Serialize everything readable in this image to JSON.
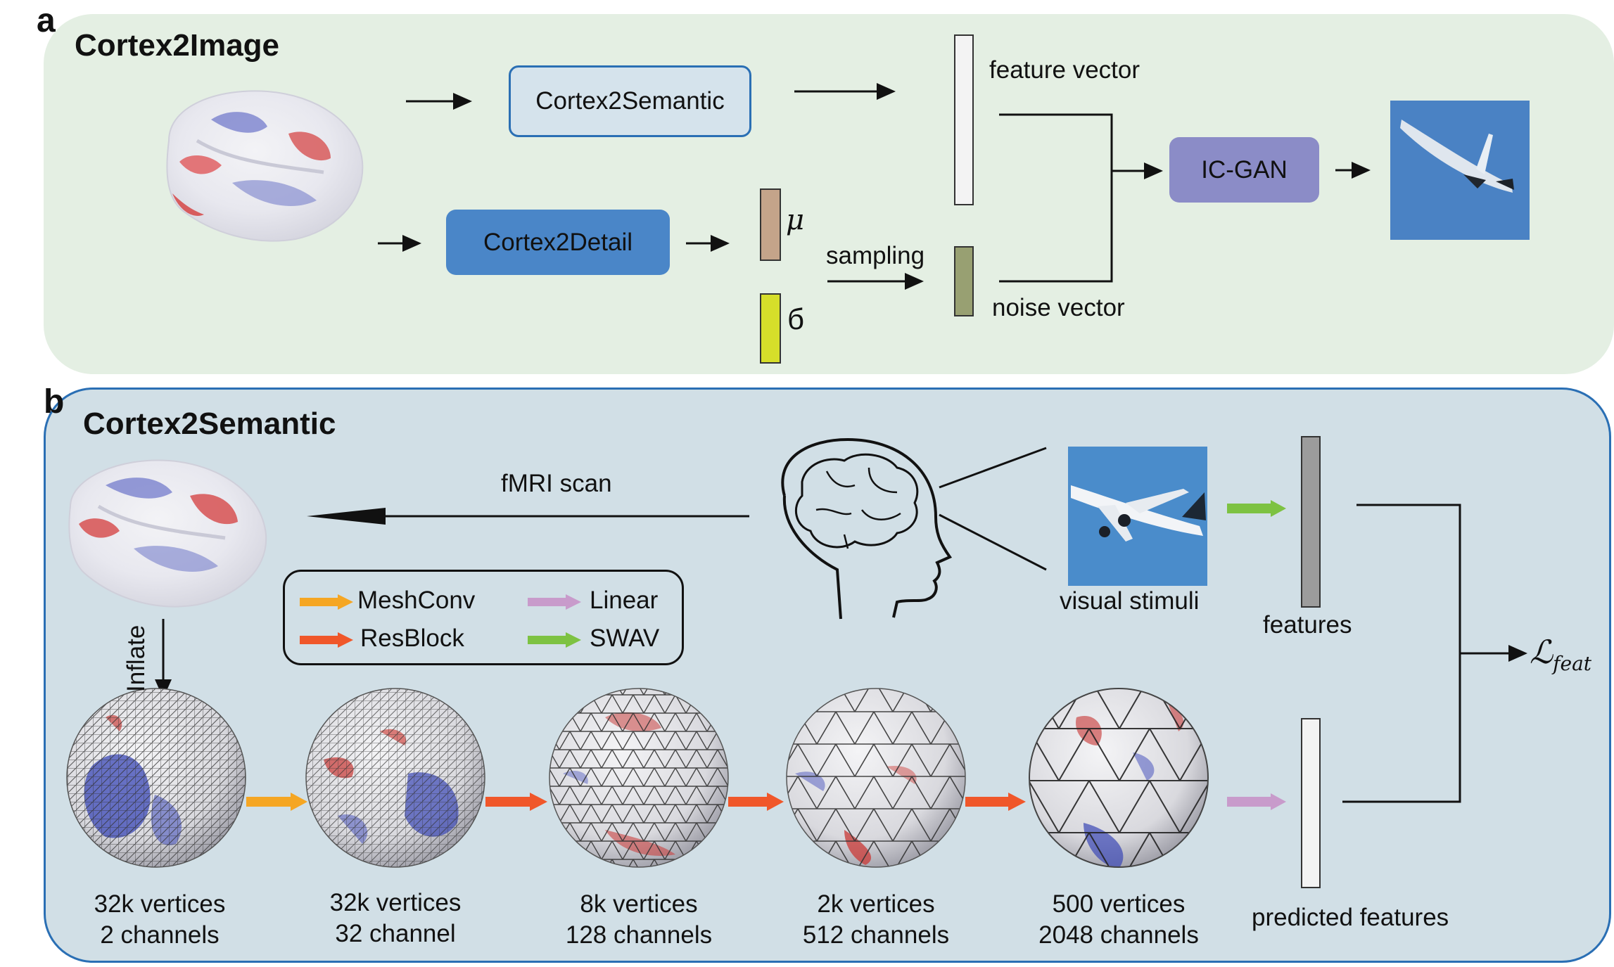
{
  "panel_a": {
    "letter": "a",
    "title": "Cortex2Image",
    "cortex2semantic": "Cortex2Semantic",
    "cortex2detail": "Cortex2Detail",
    "mu": "μ",
    "sigma": "б",
    "sampling": "sampling",
    "feature_vector": "feature vector",
    "noise_vector": "noise vector",
    "icgan": "IC-GAN",
    "colors": {
      "semantic_box": "#d5e3ec",
      "detail_box": "#4a86c8",
      "icgan_box": "#8b8cc7",
      "mu_bar": "#c4a48a",
      "sigma_bar": "#d6de2a",
      "noise_bar": "#98a072"
    }
  },
  "panel_b": {
    "letter": "b",
    "title": "Cortex2Semantic",
    "fmri_scan": "fMRI scan",
    "inflate": "Inflate",
    "visual_stimuli": "visual stimuli",
    "features": "features",
    "predicted_features": "predicted features",
    "loss": "ℒ",
    "loss_sub": "feat",
    "legend": [
      {
        "label": "MeshConv",
        "color": "#f5a623"
      },
      {
        "label": "ResBlock",
        "color": "#f0572a"
      },
      {
        "label": "Linear",
        "color": "#c89bcb"
      },
      {
        "label": "SWAV",
        "color": "#7dc242"
      }
    ],
    "spheres": [
      {
        "vertices": "32k vertices",
        "channels": "2 channels"
      },
      {
        "vertices": "32k vertices",
        "channels": "32 channel"
      },
      {
        "vertices": "8k vertices",
        "channels": "128 channels"
      },
      {
        "vertices": "2k vertices",
        "channels": "512 channels"
      },
      {
        "vertices": "500 vertices",
        "channels": "2048 channels"
      }
    ]
  }
}
